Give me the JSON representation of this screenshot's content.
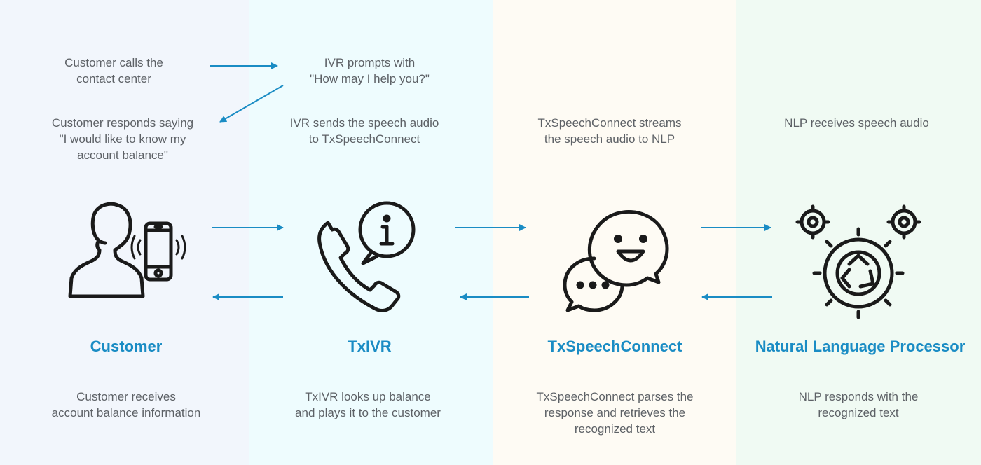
{
  "colors": {
    "accent": "#1a8cc4",
    "icon_stroke": "#1a1a1a",
    "band_customer": "#f2f6fc",
    "band_ivr": "#eefcfe",
    "band_speechconnect": "#fefbf4",
    "band_nlp": "#f0faf3"
  },
  "steps": {
    "customer_calls": "Customer calls the\ncontact center",
    "ivr_prompts": "IVR prompts with\n\"How may I help you?\"",
    "customer_responds": "Customer responds saying\n\"I would like to know my\naccount balance\"",
    "ivr_sends": "IVR sends the speech audio\nto TxSpeechConnect",
    "speechconnect_streams": "TxSpeechConnect streams\nthe speech audio to NLP",
    "nlp_receives": "NLP receives speech audio",
    "customer_receives": "Customer receives\naccount balance information",
    "ivr_lookup": "TxIVR looks up balance\nand plays it to the customer",
    "speechconnect_parses": "TxSpeechConnect parses the\nresponse and retrieves the\nrecognized text",
    "nlp_responds": "NLP responds with the\nrecognized text"
  },
  "actors": {
    "customer": "Customer",
    "txivr": "TxIVR",
    "txspeechconnect": "TxSpeechConnect",
    "nlp": "Natural Language Processor"
  },
  "icons": {
    "customer": "person-with-phone-icon",
    "txivr": "phone-info-icon",
    "txspeechconnect": "chat-bubbles-icon",
    "nlp": "gears-recycle-icon"
  }
}
